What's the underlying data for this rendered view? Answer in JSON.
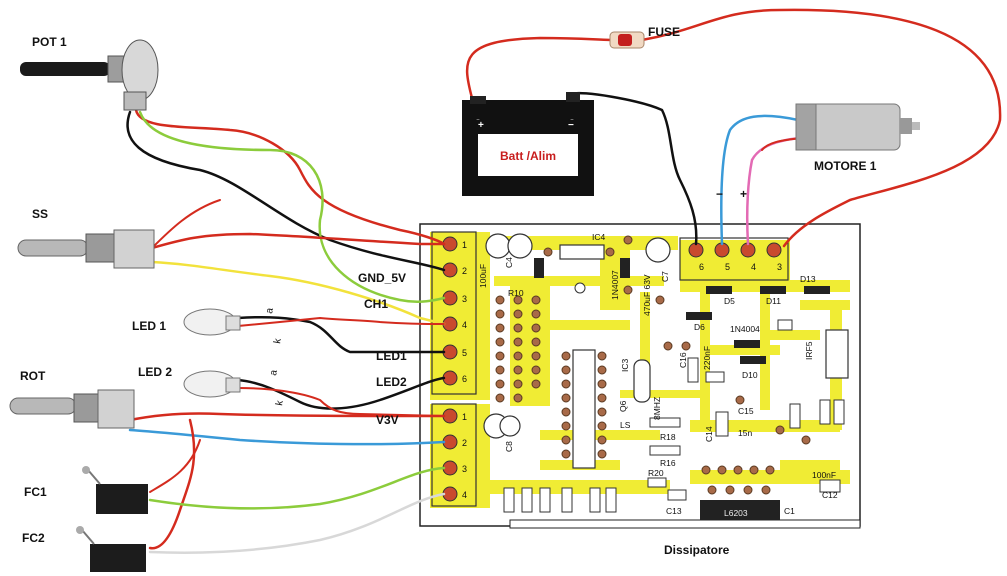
{
  "components": {
    "pot": "POT 1",
    "ss": "SS",
    "led1": "LED 1",
    "led2": "LED 2",
    "rot": "ROT",
    "fc1": "FC1",
    "fc2": "FC2",
    "fuse": "FUSE",
    "battery": "Batt /Alim",
    "motor": "MOTORE 1",
    "heatsink": "Dissipatore"
  },
  "wire_labels": {
    "gnd5v": "GND_5V",
    "ch1": "CH1",
    "led1": "LED1",
    "led2": "LED2",
    "v3v": "V3V"
  },
  "pcb_labels": {
    "c100uf": "100uF",
    "c4": "C4",
    "ic4": "IC4",
    "d1n4007": "1N4007",
    "c7": "C7",
    "c470": "470uF 63V",
    "d5": "D5",
    "d11": "D11",
    "d13": "D13",
    "d6": "D6",
    "d1n4004": "1N4004",
    "r10": "R10",
    "c16": "C16",
    "c220": "220nF",
    "irf5": "IRF5",
    "d10": "D10",
    "ic3": "IC3",
    "mhz": "8MHZ",
    "q6": "Q6",
    "r18": "R18",
    "r16": "R16",
    "c15": "C15",
    "c14": "C14",
    "c15n": "15n",
    "c8": "C8",
    "r20": "R20",
    "c13": "C13",
    "c100nf": "100nF",
    "c12": "C12",
    "l6203": "L6203",
    "c1": "C1",
    "ls": "LS"
  },
  "pins_j1": [
    "1",
    "2",
    "3",
    "4",
    "5",
    "6"
  ],
  "pins_j2": [
    "1",
    "2",
    "3",
    "4"
  ],
  "pins_out": [
    "6",
    "5",
    "4",
    "3"
  ],
  "battery_terms": [
    "+",
    "−"
  ],
  "motor_terms": [
    "−",
    "+"
  ],
  "led_pins": [
    "a",
    "k",
    "a",
    "k"
  ],
  "wire_colors": {
    "red": "#d42b1e",
    "black": "#111111",
    "green": "#8ccc3c",
    "yellow": "#f2e23c",
    "blue": "#3a9ad8",
    "white": "#d8d8d8",
    "pink": "#e36ab4"
  },
  "pcb_colors": {
    "board": "#ffffff",
    "trace": "#f0ec34",
    "pad": "#a86a48"
  }
}
